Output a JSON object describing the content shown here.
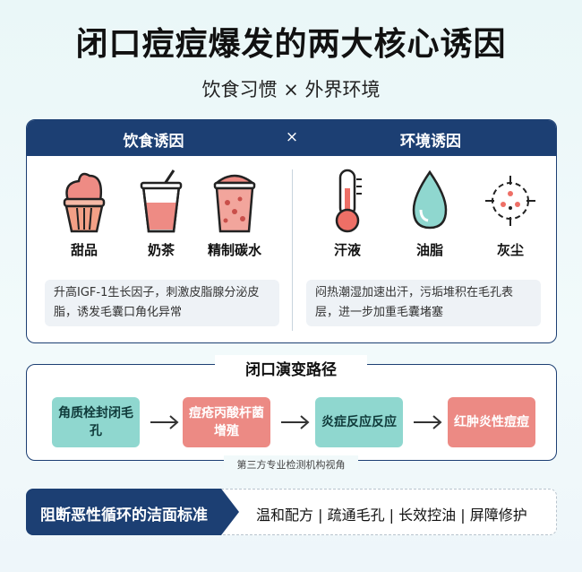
{
  "title": "闭口痘痘爆发的两大核心诱因",
  "subtitle": "饮食习惯 × 外界环境",
  "factors": {
    "diet_title": "饮食诱因",
    "cross": "×",
    "env_title": "环境诱因",
    "diet_items": [
      {
        "label": "甜品",
        "icon": "cupcake-icon"
      },
      {
        "label": "奶茶",
        "icon": "milk-tea-icon"
      },
      {
        "label": "精制碳水",
        "icon": "bubble-drink-icon"
      }
    ],
    "env_items": [
      {
        "label": "汗液",
        "icon": "thermometer-icon"
      },
      {
        "label": "油脂",
        "icon": "oil-drop-icon"
      },
      {
        "label": "灰尘",
        "icon": "dust-target-icon"
      }
    ],
    "diet_note": "升高IGF-1生长因子，刺激皮脂腺分泌皮脂，诱发毛囊口角化异常",
    "env_note": "闷热潮湿加速出汗，污垢堆积在毛孔表层，进一步加重毛囊堵塞"
  },
  "path": {
    "title": "闭口演变路径",
    "steps": [
      "角质栓封闭毛孔",
      "痘疮丙酸杆菌增殖",
      "炎症反应反应",
      "红肿炎性痘痘"
    ],
    "footnote": "第三方专业检测机构视角"
  },
  "standard": {
    "label": "阻断恶性循环的洁面标准",
    "items": "温和配方 | 疏通毛孔 | 长效控油 | 屏障修护"
  },
  "colors": {
    "navy": "#1c3f73",
    "teal": "#8fd7cf",
    "coral": "#ec8a84"
  }
}
